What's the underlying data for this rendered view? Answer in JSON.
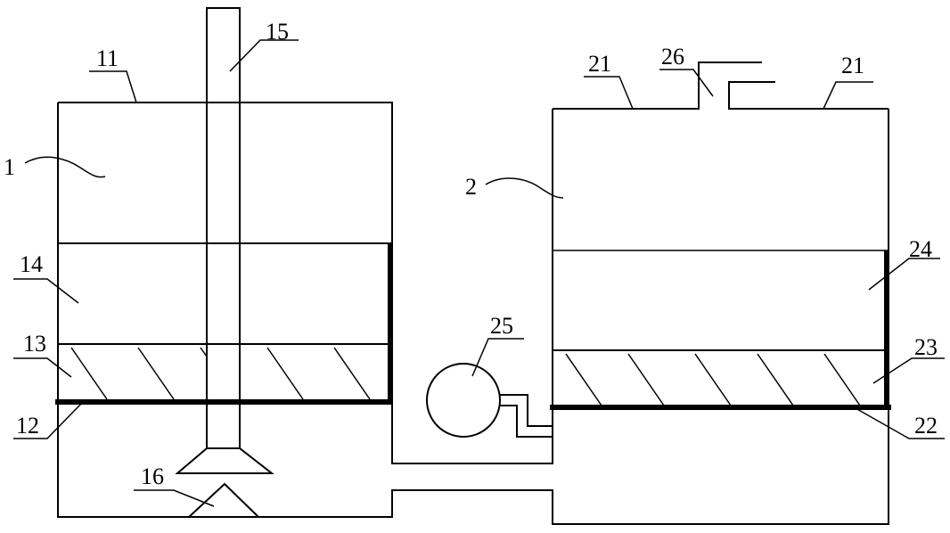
{
  "labels": {
    "n1": "1",
    "n2": "2",
    "n11": "11",
    "n12": "12",
    "n13": "13",
    "n14": "14",
    "n15": "15",
    "n16": "16",
    "n21a": "21",
    "n21b": "21",
    "n22": "22",
    "n23": "23",
    "n24": "24",
    "n25": "25",
    "n26": "26"
  }
}
